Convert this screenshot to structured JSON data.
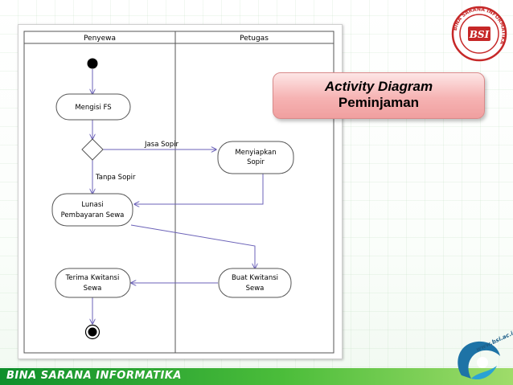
{
  "slide": {
    "title_line1": "Activity Diagram",
    "title_line2": "Peminjaman",
    "footer": "BINA SARANA INFORMATIKA",
    "logo_ring_text": "BINA SARANA INFORMATIKA",
    "logo_mark": "BSI",
    "url": "www.bsi.ac.id"
  },
  "diagram": {
    "lanes": [
      "Penyewa",
      "Petugas"
    ],
    "activities": {
      "mengisi_fs": [
        "Mengisi FS"
      ],
      "menyiapkan_sopir": [
        "Menyiapkan",
        "Sopir"
      ],
      "lunasi": [
        "Lunasi",
        "Pembayaran Sewa"
      ],
      "terima_kwitansi": [
        "Terima Kwitansi",
        "Sewa"
      ],
      "buat_kwitansi": [
        "Buat Kwitansi",
        "Sewa"
      ]
    },
    "guards": {
      "jasa_sopir": "Jasa Sopir",
      "tanpa_sopir": "Tanpa Sopir"
    }
  },
  "colors": {
    "flow_line": "#6b62b8",
    "lane_border": "#555555",
    "title_fill": "#f6b3b3",
    "footer_green": "#1a9a30"
  }
}
